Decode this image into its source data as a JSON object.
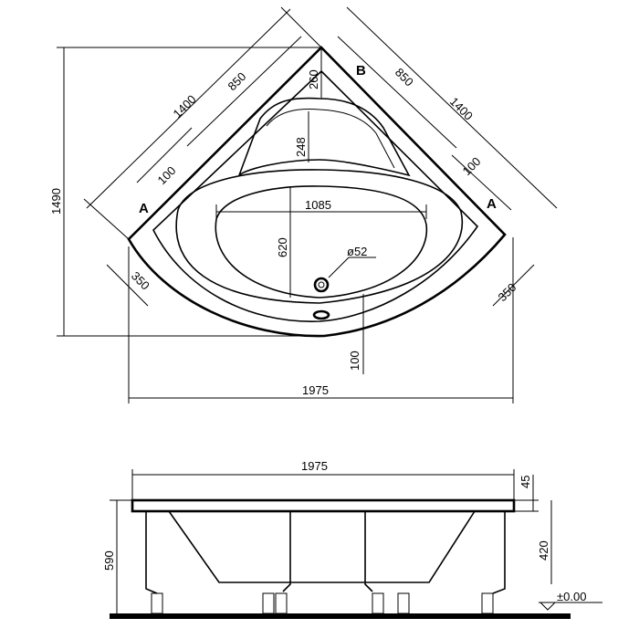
{
  "plan_view": {
    "dims": {
      "left_outer_edge": "1400",
      "left_inner_edge": "850",
      "right_outer_edge": "1400",
      "right_inner_edge": "850",
      "left_offset": "100",
      "right_offset": "100",
      "top_offset": "260",
      "headrest_depth": "248",
      "basin_width": "1085",
      "basin_depth": "620",
      "drain_diameter": "ø52",
      "left_side": "350",
      "right_side": "350",
      "front_offset": "100",
      "overall_width": "1975",
      "overall_depth": "1490"
    },
    "section_marks": {
      "left": "A",
      "right": "A",
      "top": "B"
    }
  },
  "side_view": {
    "dims": {
      "overall_width": "1975",
      "rim_thickness": "45",
      "inner_height": "420",
      "total_height": "590",
      "floor_level": "±0.00"
    }
  }
}
